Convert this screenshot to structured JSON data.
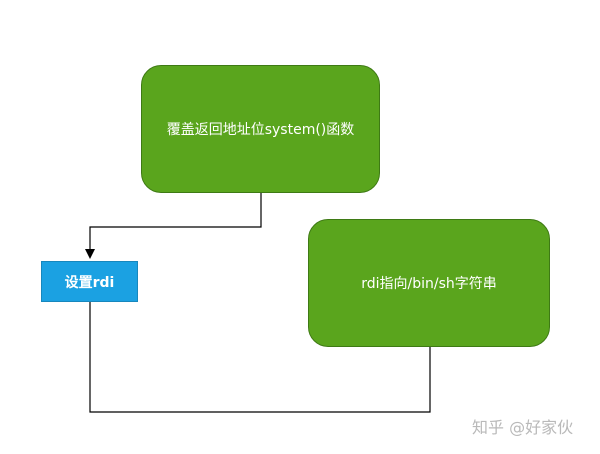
{
  "diagram": {
    "nodes": {
      "overwrite_return": {
        "label": "覆盖返回地址位system()函数",
        "color": "#5aa51d"
      },
      "set_rdi": {
        "label": "设置rdi",
        "color": "#1ba1e2"
      },
      "rdi_binsh": {
        "label": "rdi指向/bin/sh字符串",
        "color": "#5aa51d"
      }
    },
    "edges": [
      {
        "from": "overwrite_return",
        "to": "set_rdi",
        "arrow": true
      },
      {
        "from": "set_rdi",
        "to": "rdi_binsh",
        "arrow": false
      }
    ]
  },
  "watermark": {
    "text": "知乎 @好家伙"
  }
}
